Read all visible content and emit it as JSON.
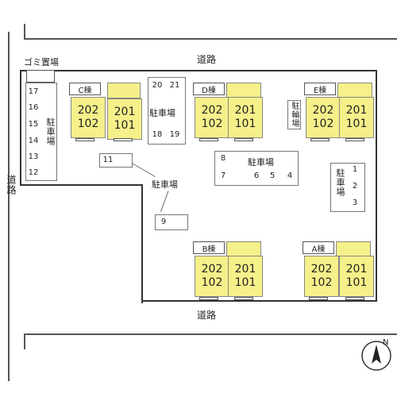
{
  "roads": {
    "top": "道路",
    "left": "道路",
    "bottom": "道路"
  },
  "garbage": "ゴミ置場",
  "parking_label": "駐車場",
  "bicycle_label": "駐輪場",
  "left_parking": [
    "17",
    "16",
    "15",
    "14",
    "13",
    "12"
  ],
  "center_parking": [
    "20",
    "21",
    "18",
    "19"
  ],
  "floating_parking": [
    "11",
    "9"
  ],
  "middle_parking": {
    "top": [
      "8"
    ],
    "bottom": [
      "7",
      "6",
      "5",
      "4"
    ]
  },
  "right_parking": [
    "1",
    "2",
    "3"
  ],
  "buildings": [
    {
      "name": "C棟",
      "u1": "202",
      "u2": "102",
      "u3": "201",
      "u4": "101"
    },
    {
      "name": "D棟",
      "u1": "202",
      "u2": "102",
      "u3": "201",
      "u4": "101"
    },
    {
      "name": "E棟",
      "u1": "202",
      "u2": "102",
      "u3": "201",
      "u4": "101"
    },
    {
      "name": "B棟",
      "u1": "202",
      "u2": "102",
      "u3": "201",
      "u4": "101"
    },
    {
      "name": "A棟",
      "u1": "202",
      "u2": "102",
      "u3": "201",
      "u4": "101"
    }
  ],
  "compass": "N",
  "colors": {
    "unit_fill": "#f5f08a",
    "line": "#333333"
  }
}
